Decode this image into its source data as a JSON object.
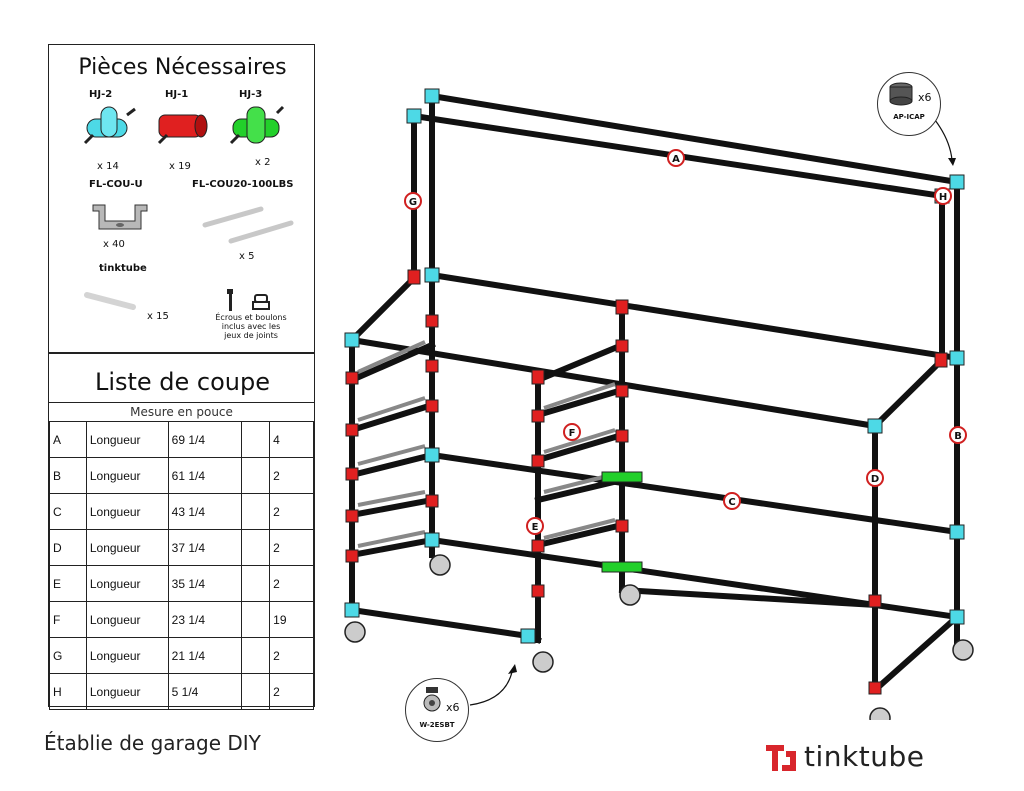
{
  "parts_panel": {
    "title": "Pièces Nécessaires",
    "items": [
      {
        "code": "HJ-2",
        "qty": "x 14",
        "color": "#4dd9e6"
      },
      {
        "code": "HJ-1",
        "qty": "x 19",
        "color": "#e02020"
      },
      {
        "code": "HJ-3",
        "qty": "x 2",
        "color": "#22d02a"
      },
      {
        "code": "FL-COU-U",
        "qty": "x 40"
      },
      {
        "code": "FL-COU20-100LBS",
        "qty": "x 5"
      },
      {
        "code": "tinktube",
        "qty": "x 15"
      }
    ],
    "hardware_note": [
      "Écrous et boulons",
      "inclus avec les",
      "jeux de joints"
    ]
  },
  "cut_list": {
    "title": "Liste de coupe",
    "unit_note": "Mesure en pouce",
    "rows": [
      {
        "id": "A",
        "label": "Longueur",
        "length": "69 1/4",
        "extra": "",
        "qty": "4"
      },
      {
        "id": "B",
        "label": "Longueur",
        "length": "61 1/4",
        "extra": "",
        "qty": "2"
      },
      {
        "id": "C",
        "label": "Longueur",
        "length": "43 1/4",
        "extra": "",
        "qty": "2"
      },
      {
        "id": "D",
        "label": "Longueur",
        "length": "37 1/4",
        "extra": "",
        "qty": "2"
      },
      {
        "id": "E",
        "label": "Longueur",
        "length": "35 1/4",
        "extra": "",
        "qty": "2"
      },
      {
        "id": "F",
        "label": "Longueur",
        "length": "23 1/4",
        "extra": "",
        "qty": "19"
      },
      {
        "id": "G",
        "label": "Longueur",
        "length": "21 1/4",
        "extra": "",
        "qty": "2"
      },
      {
        "id": "H",
        "label": "Longueur",
        "length": "5 1/4",
        "extra": "",
        "qty": "2"
      }
    ]
  },
  "callouts": [
    {
      "code": "AP-ICAP",
      "qty": "x6"
    },
    {
      "code": "W-2ESBT",
      "qty": "x6"
    }
  ],
  "diagram_labels": {
    "A": "A",
    "B": "B",
    "C": "C",
    "D": "D",
    "E": "E",
    "F": "F",
    "G": "G",
    "H": "H"
  },
  "caption": "Établie de garage DIY",
  "brand": {
    "name": "tinktube",
    "color": "#d8262c"
  }
}
